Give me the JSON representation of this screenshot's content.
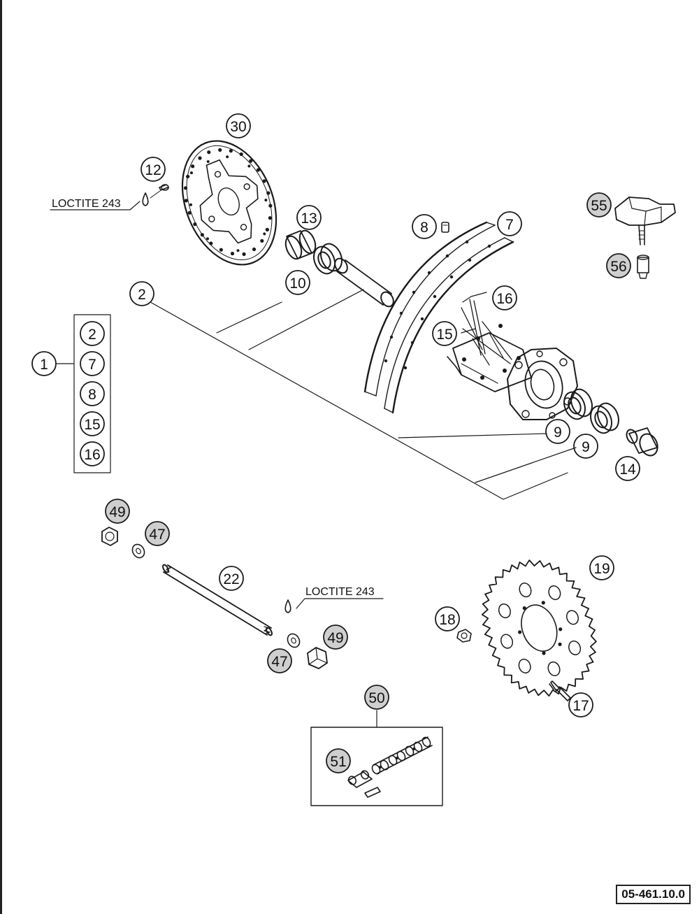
{
  "diagram": {
    "callouts": {
      "c30": "30",
      "c12": "12",
      "c13": "13",
      "c8": "8",
      "c7": "7",
      "c55": "55",
      "c56": "56",
      "c2": "2",
      "c10": "10",
      "c16": "16",
      "c15": "15",
      "c9a": "9",
      "c9b": "9",
      "c14": "14",
      "c1": "1",
      "k2": "2",
      "k7": "7",
      "k8": "8",
      "k15": "15",
      "k16": "16",
      "c49a": "49",
      "c47a": "47",
      "c22": "22",
      "c19": "19",
      "c18": "18",
      "c49b": "49",
      "c47b": "47",
      "c17": "17",
      "c50": "50",
      "c51": "51"
    },
    "notes": {
      "loctite_top": "LOCTITE 243",
      "loctite_axle": "LOCTITE 243"
    },
    "drawing_code": "05-461.10.0"
  }
}
